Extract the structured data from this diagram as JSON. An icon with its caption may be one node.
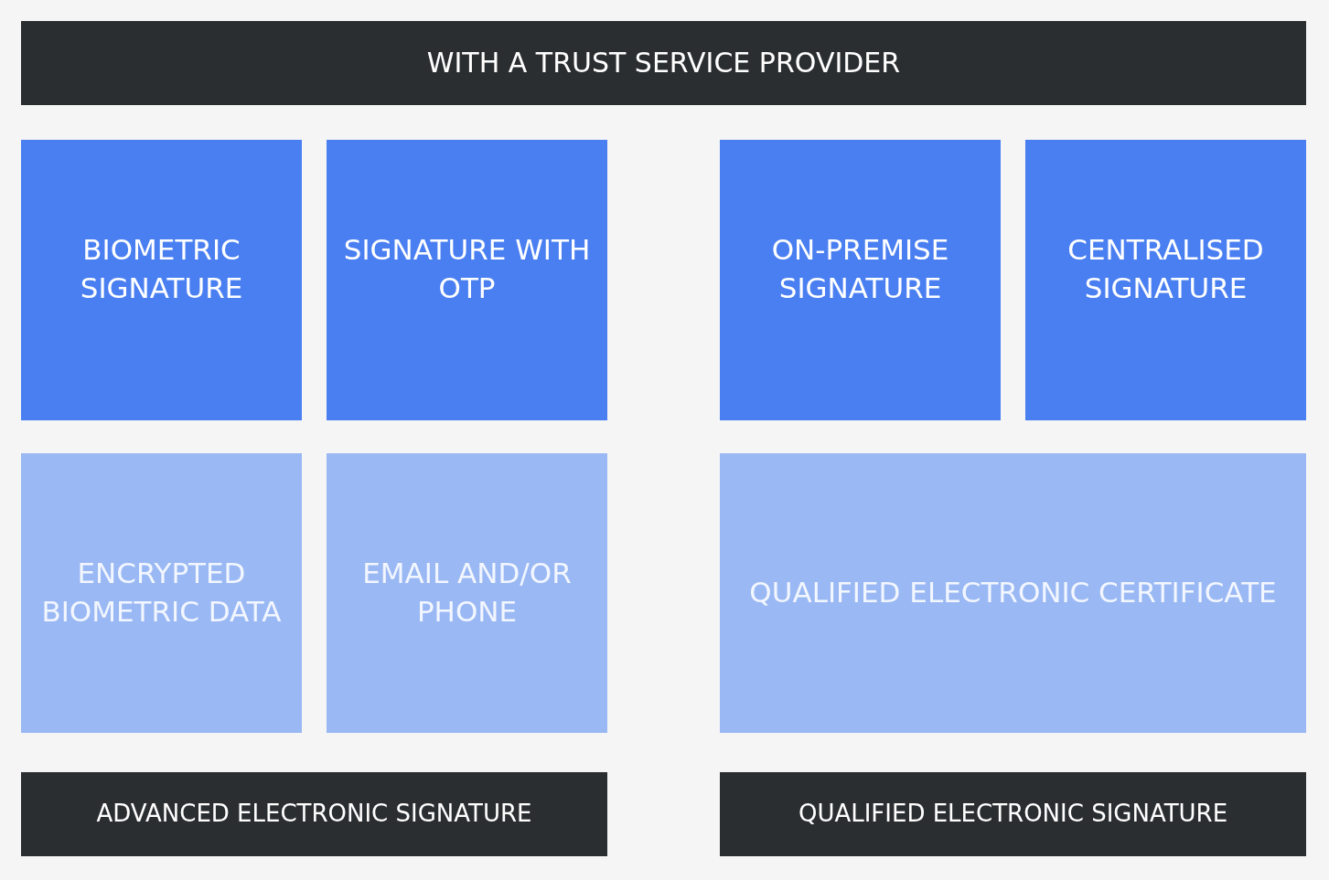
{
  "diagram": {
    "nodes": [
      {
        "text": [
          "WITH A TRUST SERVICE PROVIDER"
        ]
      },
      {
        "text": [
          "BIOMETRIC SIGNATURE"
        ]
      },
      {
        "text": [
          "SIGNATURE WITH OTP"
        ]
      },
      {
        "text": [
          "ON-PREMISE SIGNATURE"
        ]
      },
      {
        "text": [
          "CENTRALISED SIGNATURE"
        ]
      },
      {
        "text": [
          "ENCRYPTED BIOMETRIC DATA"
        ]
      },
      {
        "text": [
          "EMAIL AND/OR PHONE"
        ]
      },
      {
        "text": [
          "QUALIFIED ELECTRONIC CERTIFICATE"
        ]
      },
      {
        "text": [
          "ADVANCED ELECTRONIC SIGNATURE"
        ]
      },
      {
        "text": [
          "QUALIFIED ELECTRONIC SIGNATURE"
        ]
      }
    ]
  }
}
